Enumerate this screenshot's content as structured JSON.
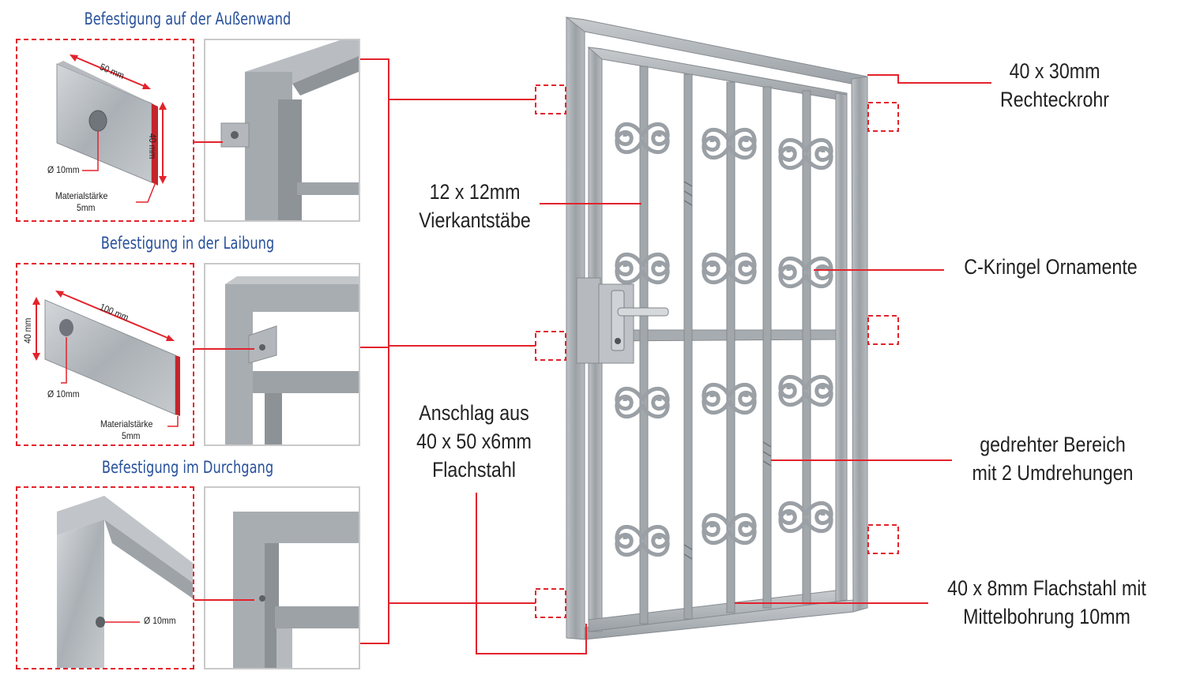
{
  "sections": [
    {
      "id": "aussenwand",
      "title": "Befestigung auf der Außenwand",
      "dim_length": "50 mm",
      "dim_height": "40 mm",
      "hole": "Ø 10mm",
      "material_label": "Materialstärke",
      "material_value": "5mm"
    },
    {
      "id": "laibung",
      "title": "Befestigung in der Laibung",
      "dim_length": "100 mm",
      "dim_height": "40 mm",
      "hole": "Ø 10mm",
      "material_label": "Materialstärke",
      "material_value": "5mm"
    },
    {
      "id": "durchgang",
      "title": "Befestigung im Durchgang",
      "hole": "Ø 10mm"
    }
  ],
  "labels": {
    "rechteckrohr_1": "40 x 30mm",
    "rechteckrohr_2": "Rechteckrohr",
    "vierkant_1": "12 x 12mm",
    "vierkant_2": "Vierkantstäbe",
    "ornamente": "C-Kringel Ornamente",
    "anschlag_1": "Anschlag aus",
    "anschlag_2": "40 x 50 x6mm",
    "anschlag_3": "Flachstahl",
    "gedreht_1": "gedrehter Bereich",
    "gedreht_2": "mit 2 Umdrehungen",
    "flachstahl_1": "40 x 8mm Flachstahl mit",
    "flachstahl_2": "Mittelbohrung 10mm"
  },
  "colors": {
    "accent": "#e3232c",
    "heading": "#27509b",
    "steel": "#a9adb1",
    "steel_dark": "#7d8287",
    "steel_light": "#cfd2d5"
  }
}
